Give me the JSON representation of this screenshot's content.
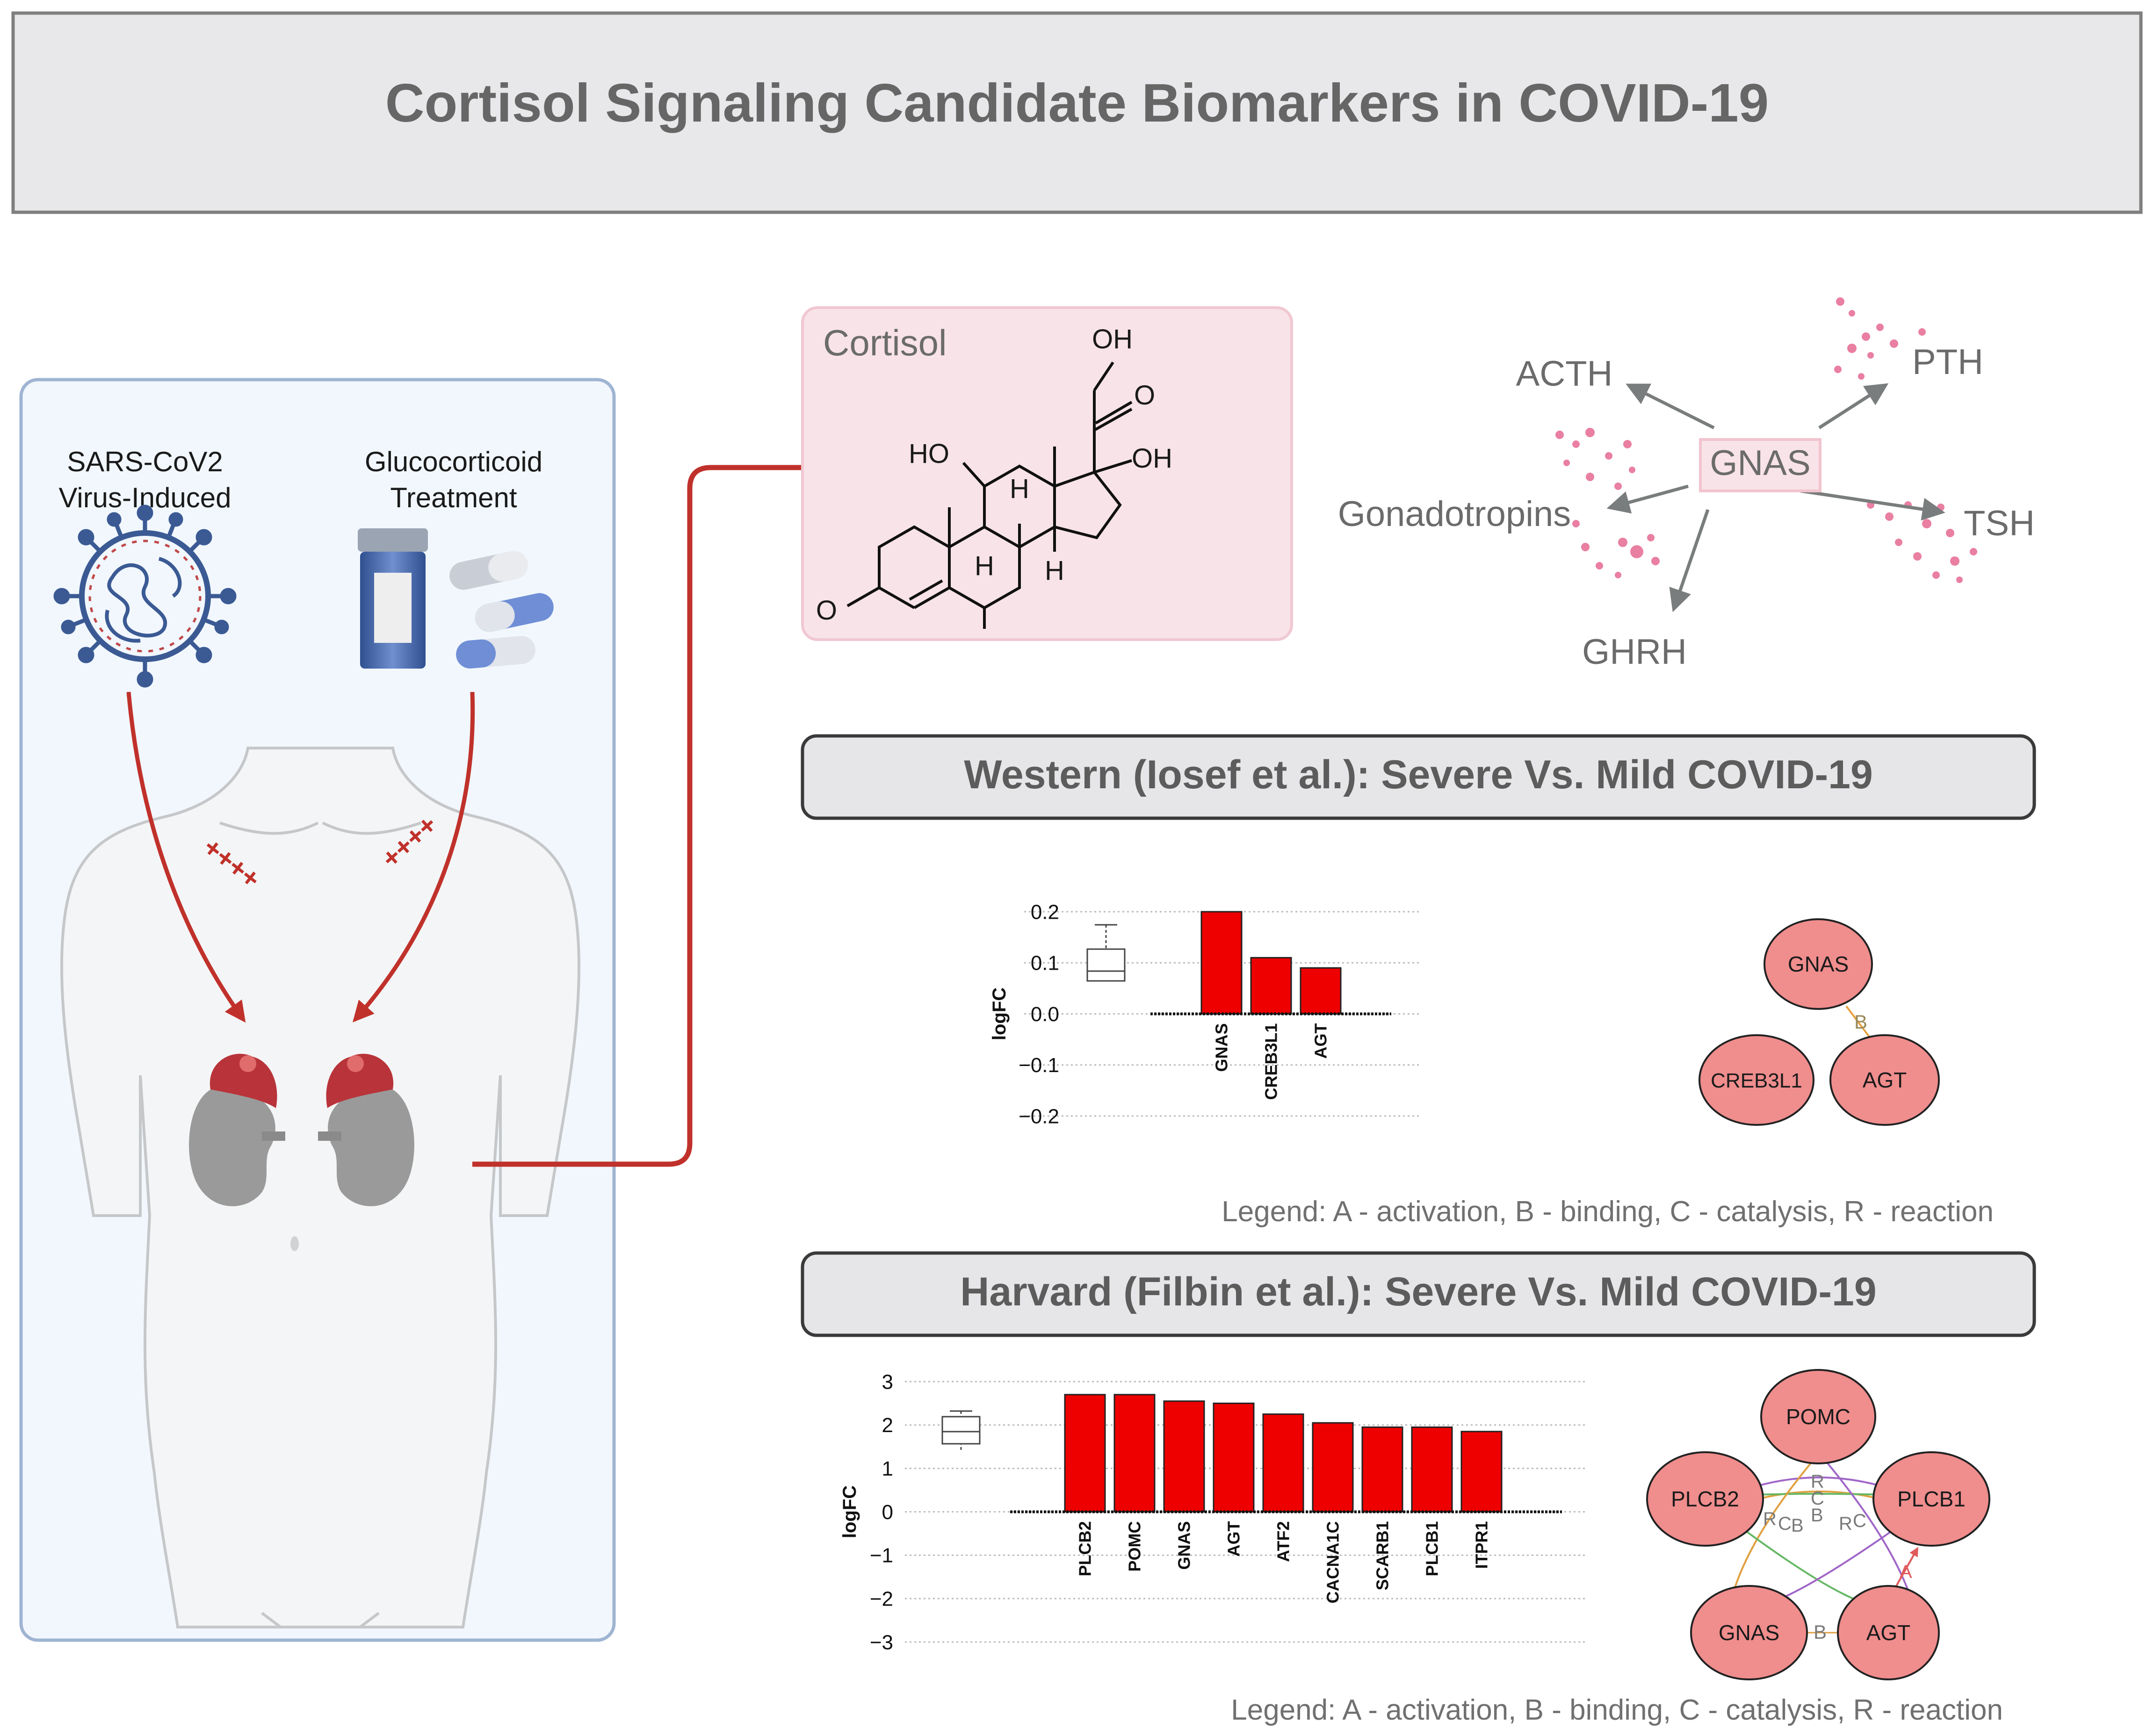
{
  "title": "Cortisol Signaling Candidate Biomarkers in COVID-19",
  "colors": {
    "accent_red": "#c0312b",
    "bar_red": "#ee0000",
    "node_fill": "#f08d8d",
    "panel_bg": "#f1f7fd",
    "panel_border": "#9fb4d2",
    "cortisol_bg": "#f8e3e8",
    "dot_pink": "#e97fa1"
  },
  "left_panel": {
    "virus_label": [
      "SARS-CoV2",
      "Virus-Induced"
    ],
    "treatment_label": [
      "Glucocorticoid",
      "Treatment"
    ],
    "plus_marks": "++++"
  },
  "cortisol": {
    "label": "Cortisol",
    "atoms": {
      "oh_top": "OH",
      "o_ketone": "O",
      "oh_right": "OH",
      "ho_left": "HO",
      "h1": "H",
      "h2": "H",
      "h3": "H",
      "o_left": "O"
    }
  },
  "gnas_network": {
    "center": "GNAS",
    "targets": [
      {
        "id": "acth",
        "label": "ACTH"
      },
      {
        "id": "pth",
        "label": "PTH"
      },
      {
        "id": "gonadotropins",
        "label": "Gonadotropins"
      },
      {
        "id": "tsh",
        "label": "TSH"
      },
      {
        "id": "ghrh",
        "label": "GHRH"
      }
    ]
  },
  "western": {
    "header": "Western (Iosef et al.): Severe Vs. Mild COVID-19",
    "legend": "Legend: A - activation, B - binding, C - catalysis, R - reaction",
    "nodes": [
      {
        "id": "gnas",
        "label": "GNAS"
      },
      {
        "id": "creb3l1",
        "label": "CREB3L1"
      },
      {
        "id": "agt",
        "label": "AGT"
      }
    ],
    "edges": [
      {
        "from": "gnas",
        "to": "agt",
        "label": "B"
      }
    ]
  },
  "harvard": {
    "header": "Harvard (Filbin et al.): Severe Vs. Mild COVID-19",
    "legend": "Legend: A - activation, B - binding, C - catalysis, R - reaction",
    "nodes": [
      {
        "id": "pomc",
        "label": "POMC"
      },
      {
        "id": "plcb2",
        "label": "PLCB2"
      },
      {
        "id": "plcb1",
        "label": "PLCB1"
      },
      {
        "id": "gnas",
        "label": "GNAS"
      },
      {
        "id": "agt",
        "label": "AGT"
      }
    ],
    "edges": [
      {
        "from": "gnas",
        "to": "agt",
        "label": "B"
      },
      {
        "from": "agt",
        "to": "plcb1",
        "label": "A"
      }
    ],
    "edge_letters": [
      "R",
      "C",
      "B",
      "R",
      "C",
      "B",
      "R",
      "C"
    ]
  },
  "chart_data": [
    {
      "type": "bar",
      "title": "",
      "ylabel": "logFC",
      "xlabel": "",
      "categories": [
        "GNAS",
        "CREB3L1",
        "AGT"
      ],
      "values": [
        0.2,
        0.11,
        0.09
      ],
      "ylim": [
        -0.2,
        0.2
      ],
      "yticks": [
        0.2,
        0.1,
        0.0,
        -0.1,
        -0.2
      ],
      "ytick_labels": [
        "0.2",
        "0.1",
        "0.0",
        "−0.1",
        "−0.2"
      ],
      "grid": true
    },
    {
      "type": "bar",
      "title": "",
      "ylabel": "logFC",
      "xlabel": "",
      "categories": [
        "PLCB2",
        "POMC",
        "GNAS",
        "AGT",
        "ATF2",
        "CACNA1C",
        "SCARB1",
        "PLCB1",
        "ITPR1"
      ],
      "values": [
        2.7,
        2.7,
        2.55,
        2.5,
        2.25,
        2.05,
        1.95,
        1.95,
        1.85
      ],
      "ylim": [
        -3,
        3
      ],
      "yticks": [
        3,
        2,
        1,
        0,
        -1,
        -2,
        -3
      ],
      "ytick_labels": [
        "3",
        "2",
        "1",
        "0",
        "−1",
        "−2",
        "−3"
      ],
      "grid": true
    }
  ]
}
